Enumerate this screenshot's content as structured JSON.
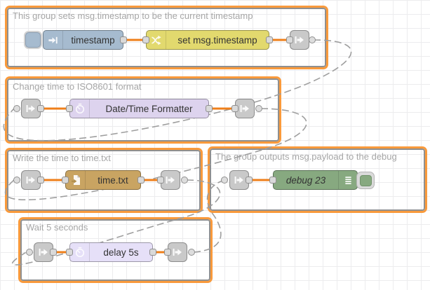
{
  "app": {
    "name": "Node-RED flow editor canvas"
  },
  "colors": {
    "group_outline_orange": "#f99a3c",
    "group_border_gray": "#8f8f8f",
    "wire_orange": "#ef7f1a",
    "link_wire_gray": "#9e9e9e",
    "inject_node": "#a6bbcf",
    "change_node": "#e2d96e",
    "formatter_node": "#ddd3ee",
    "file_node": "#c9a462",
    "debug_node": "#87a980",
    "delay_node": "#e6e0f8",
    "link_node": "#c9c9c9",
    "canvas_grid": "#ececee"
  },
  "groups": [
    {
      "label": "This group sets msg.timestamp to be the current timestamp"
    },
    {
      "label": "Change time to ISO8601 format"
    },
    {
      "label": "Write the time to time.txt"
    },
    {
      "label": "The group outputs msg.payload to the debug"
    },
    {
      "label": "Wait 5 seconds"
    }
  ],
  "nodes": {
    "inject": {
      "label": "timestamp"
    },
    "change": {
      "label": "set msg.timestamp"
    },
    "formatter": {
      "label": "Date/Time Formatter"
    },
    "file": {
      "label": "time.txt"
    },
    "debug": {
      "label": "debug 23"
    },
    "delay": {
      "label": "delay 5s"
    }
  }
}
